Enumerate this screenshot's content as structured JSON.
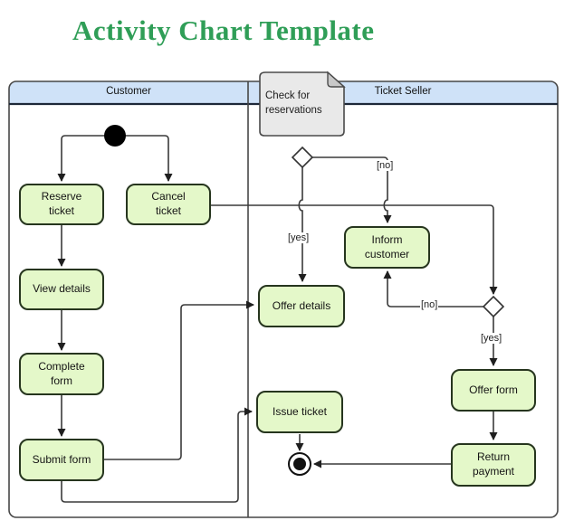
{
  "title": "Activity Chart Template",
  "colors": {
    "title_green": "#2f9e57",
    "lane_header_fill": "#cfe2f8",
    "lane_header_border": "#1d2838",
    "frame_border": "#474747",
    "node_fill": "#e4f8c9",
    "node_border": "#26351e",
    "note_fill": "#e9e9e9",
    "note_fold": "#c8c8c8",
    "connector": "#3a3a3a"
  },
  "lanes": {
    "customer": {
      "label": "Customer"
    },
    "ticket_seller": {
      "label": "Ticket Seller"
    }
  },
  "note": {
    "text": "Check for reservations"
  },
  "nodes": {
    "reserve_ticket": {
      "label": "Reserve ticket"
    },
    "cancel_ticket": {
      "label": "Cancel ticket"
    },
    "view_details": {
      "label": "View details"
    },
    "complete_form": {
      "label": "Complete form"
    },
    "submit_form": {
      "label": "Submit form"
    },
    "offer_details": {
      "label": "Offer details"
    },
    "issue_ticket": {
      "label": "Issue ticket"
    },
    "inform_customer": {
      "label": "Inform customer"
    },
    "offer_form": {
      "label": "Offer form"
    },
    "return_payment": {
      "label": "Return payment"
    }
  },
  "guards": {
    "decision1_no": "[no]",
    "decision1_yes": "[yes]",
    "decision2_no": "[no]",
    "decision2_yes": "[yes]"
  }
}
